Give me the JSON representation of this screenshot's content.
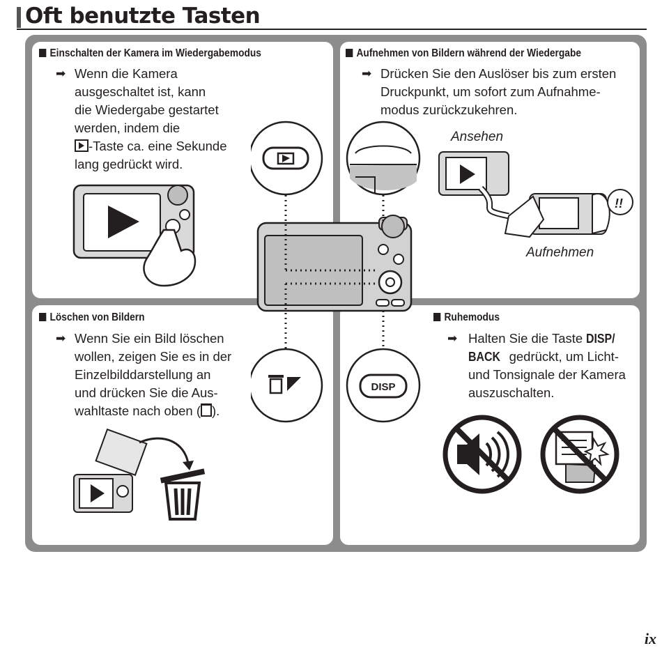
{
  "page": {
    "title": "Oft benutzte Tasten",
    "page_number": "ix"
  },
  "sections": {
    "playback": {
      "heading": "Einschalten der Kamera im Wiedergabemodus",
      "lines": [
        "Wenn die Kamera",
        "ausgeschaltet ist, kann",
        "die Wiedergabe gestartet",
        "werden, indem die",
        "-Taste ca. eine Sekunde",
        "lang gedrückt wird."
      ]
    },
    "shooting": {
      "heading": "Aufnehmen von Bildern während der Wiedergabe",
      "lines": [
        "Drücken Sie den Auslöser bis zum ersten",
        "Druckpunkt, um sofort zum Aufnahme-",
        "modus zurückzukehren."
      ],
      "label_view": "Ansehen",
      "label_shoot": "Aufnehmen",
      "exclaim": "!!"
    },
    "delete": {
      "heading": "Löschen von Bildern",
      "lines": [
        "Wenn Sie ein Bild löschen",
        "wollen, zeigen Sie es in der",
        "Einzelbilddarstellung an",
        "und drücken Sie die Aus-",
        "wahltaste nach oben ("
      ],
      "line_end": ")."
    },
    "silent": {
      "heading": "Ruhemodus",
      "line1_prefix": "Halten Sie die Taste ",
      "line1_bold": "DISP/",
      "line2_bold": "BACK",
      "line2_suffix": " gedrückt, um Licht-",
      "lines_rest": [
        "und Tonsignale der Kamera",
        "auszuschalten."
      ]
    }
  },
  "callouts": {
    "disp_label": "DISP"
  },
  "icons": [
    "arrow-right-icon",
    "play-button-icon",
    "trash-icon",
    "exposure-compensation-icon",
    "no-sound-icon",
    "no-flash-icon"
  ]
}
